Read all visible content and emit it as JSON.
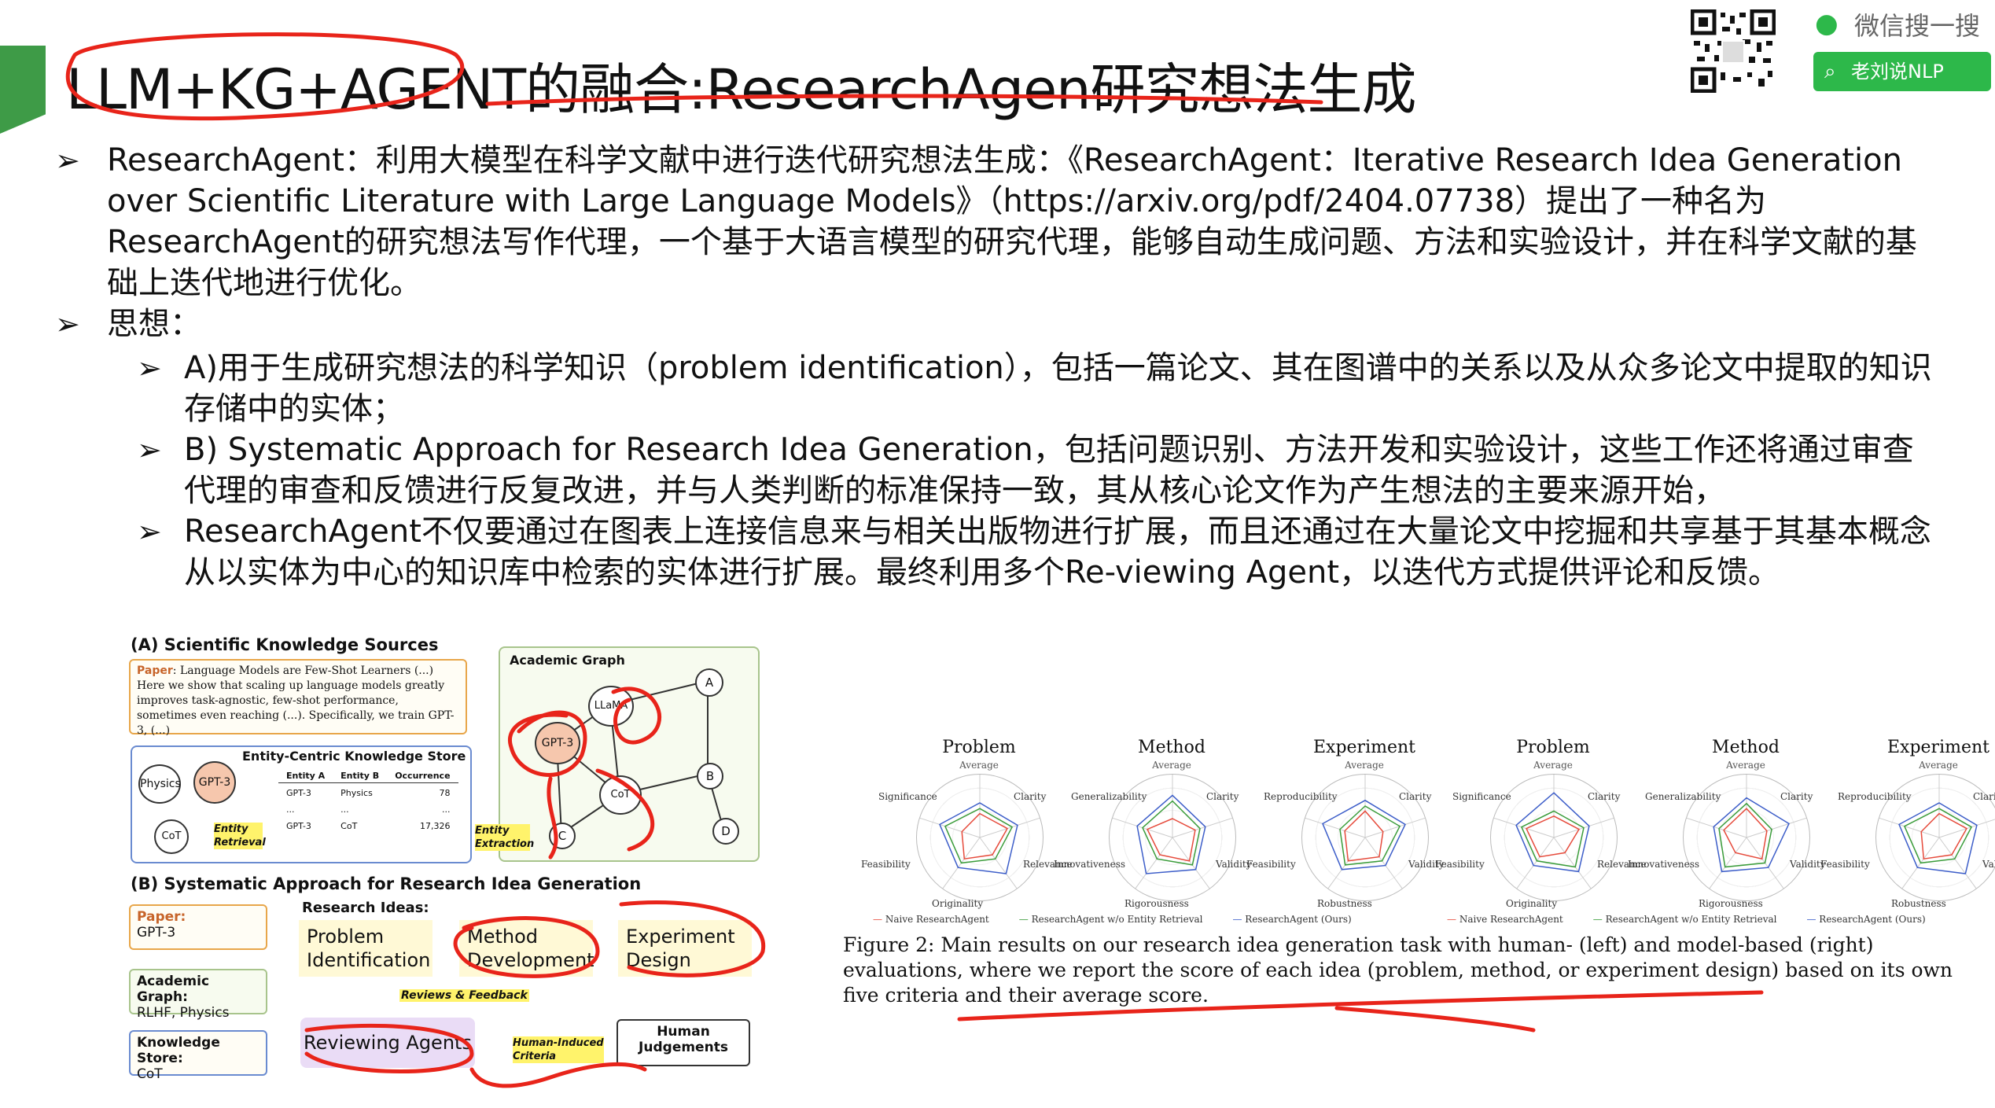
{
  "slide": {
    "title": "LLM+KG+AGENT的融合:ResearchAgen研究想法生成",
    "wechat_label": "微信搜一搜",
    "search_label": "老刘说NLP"
  },
  "bullets": [
    {
      "level": 1,
      "text": "ResearchAgent：利用大模型在科学文献中进行迭代研究想法生成：《ResearchAgent：Iterative Research Idea Generation over Scientific Literature with Large Language Models》（https://arxiv.org/pdf/2404.07738）提出了一种名为ResearchAgent的研究想法写作代理，一个基于大语言模型的研究代理，能够自动生成问题、方法和实验设计，并在科学文献的基础上迭代地进行优化。"
    },
    {
      "level": 1,
      "text": "思想："
    },
    {
      "level": 2,
      "text": "A)用于生成研究想法的科学知识（problem identification），包括一篇论文、其在图谱中的关系以及从众多论文中提取的知识存储中的实体；"
    },
    {
      "level": 2,
      "text": "B) Systematic Approach for Research Idea Generation，包括问题识别、方法开发和实验设计，这些工作还将通过审查代理的审查和反馈进行反复改进，并与人类判断的标准保持一致，其从核心论文作为产生想法的主要来源开始，"
    },
    {
      "level": 2,
      "text": "ResearchAgent不仅要通过在图表上连接信息来与相关出版物进行扩展，而且还通过在大量论文中挖掘和共享基于其基本概念从以实体为中心的知识库中检索的实体进行扩展。最终利用多个Re-viewing Agent，以迭代方式提供评论和反馈。"
    }
  ],
  "figure_left": {
    "section_a": "(A) Scientific Knowledge Sources",
    "paper_label": "Paper",
    "paper_text": ": Language Models are Few-Shot Learners (...) Here we show that scaling up language models greatly improves task-agnostic, few-shot performance, sometimes even reaching (...). Specifically, we train GPT-3, (...)",
    "academic_graph": "Academic Graph",
    "nodes": [
      "GPT-3",
      "LLaMA",
      "A",
      "B",
      "CoT",
      "C",
      "D"
    ],
    "entity_store": "Entity-Centric Knowledge Store",
    "store_nodes": [
      "Physics",
      "GPT-3",
      "CoT"
    ],
    "table_headers": [
      "Entity A",
      "Entity B",
      "Occurrence"
    ],
    "table_rows": [
      [
        "GPT-3",
        "Physics",
        "78"
      ],
      [
        "...",
        "...",
        "..."
      ],
      [
        "GPT-3",
        "CoT",
        "17,326"
      ]
    ],
    "entity_retrieval": "Entity Retrieval",
    "entity_extraction": "Entity Extraction",
    "section_b": "(B) Systematic Approach for Research Idea Generation",
    "research_ideas": "Research Ideas:",
    "paper_b_label": "Paper:",
    "paper_b_value": "GPT-3",
    "ag_label": "Academic Graph:",
    "ag_value": "RLHF, Physics",
    "ks_label": "Knowledge Store:",
    "ks_value": "CoT",
    "step1": "Problem Identification",
    "step2": "Method Development",
    "step3": "Experiment Design",
    "reviews": "Reviews & Feedback",
    "reviewing_agents": "Reviewing Agents",
    "human_criteria": "Human-Induced Criteria",
    "human_judgements": "Human Judgements"
  },
  "figure_right": {
    "charts": [
      {
        "title": "Problem",
        "sub": "Average",
        "labels": [
          "Significance",
          "Clarity",
          "Relevance",
          "Originality",
          "Feasibility"
        ]
      },
      {
        "title": "Method",
        "sub": "Average",
        "labels": [
          "Generalizability",
          "Clarity",
          "Validity",
          "Rigorousness",
          "Innovativeness"
        ]
      },
      {
        "title": "Experiment",
        "sub": "Average",
        "labels": [
          "Reproducibility",
          "Clarity",
          "Validity",
          "Robustness",
          "Feasibility"
        ]
      },
      {
        "title": "Problem",
        "sub": "Average",
        "labels": [
          "Significance",
          "Clarity",
          "Relevance",
          "Originality",
          "Feasibility"
        ]
      },
      {
        "title": "Method",
        "sub": "Average",
        "labels": [
          "Generalizability",
          "Clarity",
          "Validity",
          "Rigorousness",
          "Innovativeness"
        ]
      },
      {
        "title": "Experiment",
        "sub": "Average",
        "labels": [
          "Reproducibility",
          "Clarity",
          "Validity",
          "Robustness",
          "Feasibility"
        ]
      }
    ],
    "legend": [
      "Naive ResearchAgent",
      "ResearchAgent w/o Entity Retrieval",
      "ResearchAgent (Ours)"
    ],
    "legend_colors": [
      "#e64b3c",
      "#3a9c3a",
      "#3d5ec9"
    ],
    "caption": "Figure 2: Main results on our research idea generation task with human- (left) and model-based (right) evaluations, where we report the score of each idea (problem, method, or experiment design) based on its own five criteria and their average score."
  }
}
